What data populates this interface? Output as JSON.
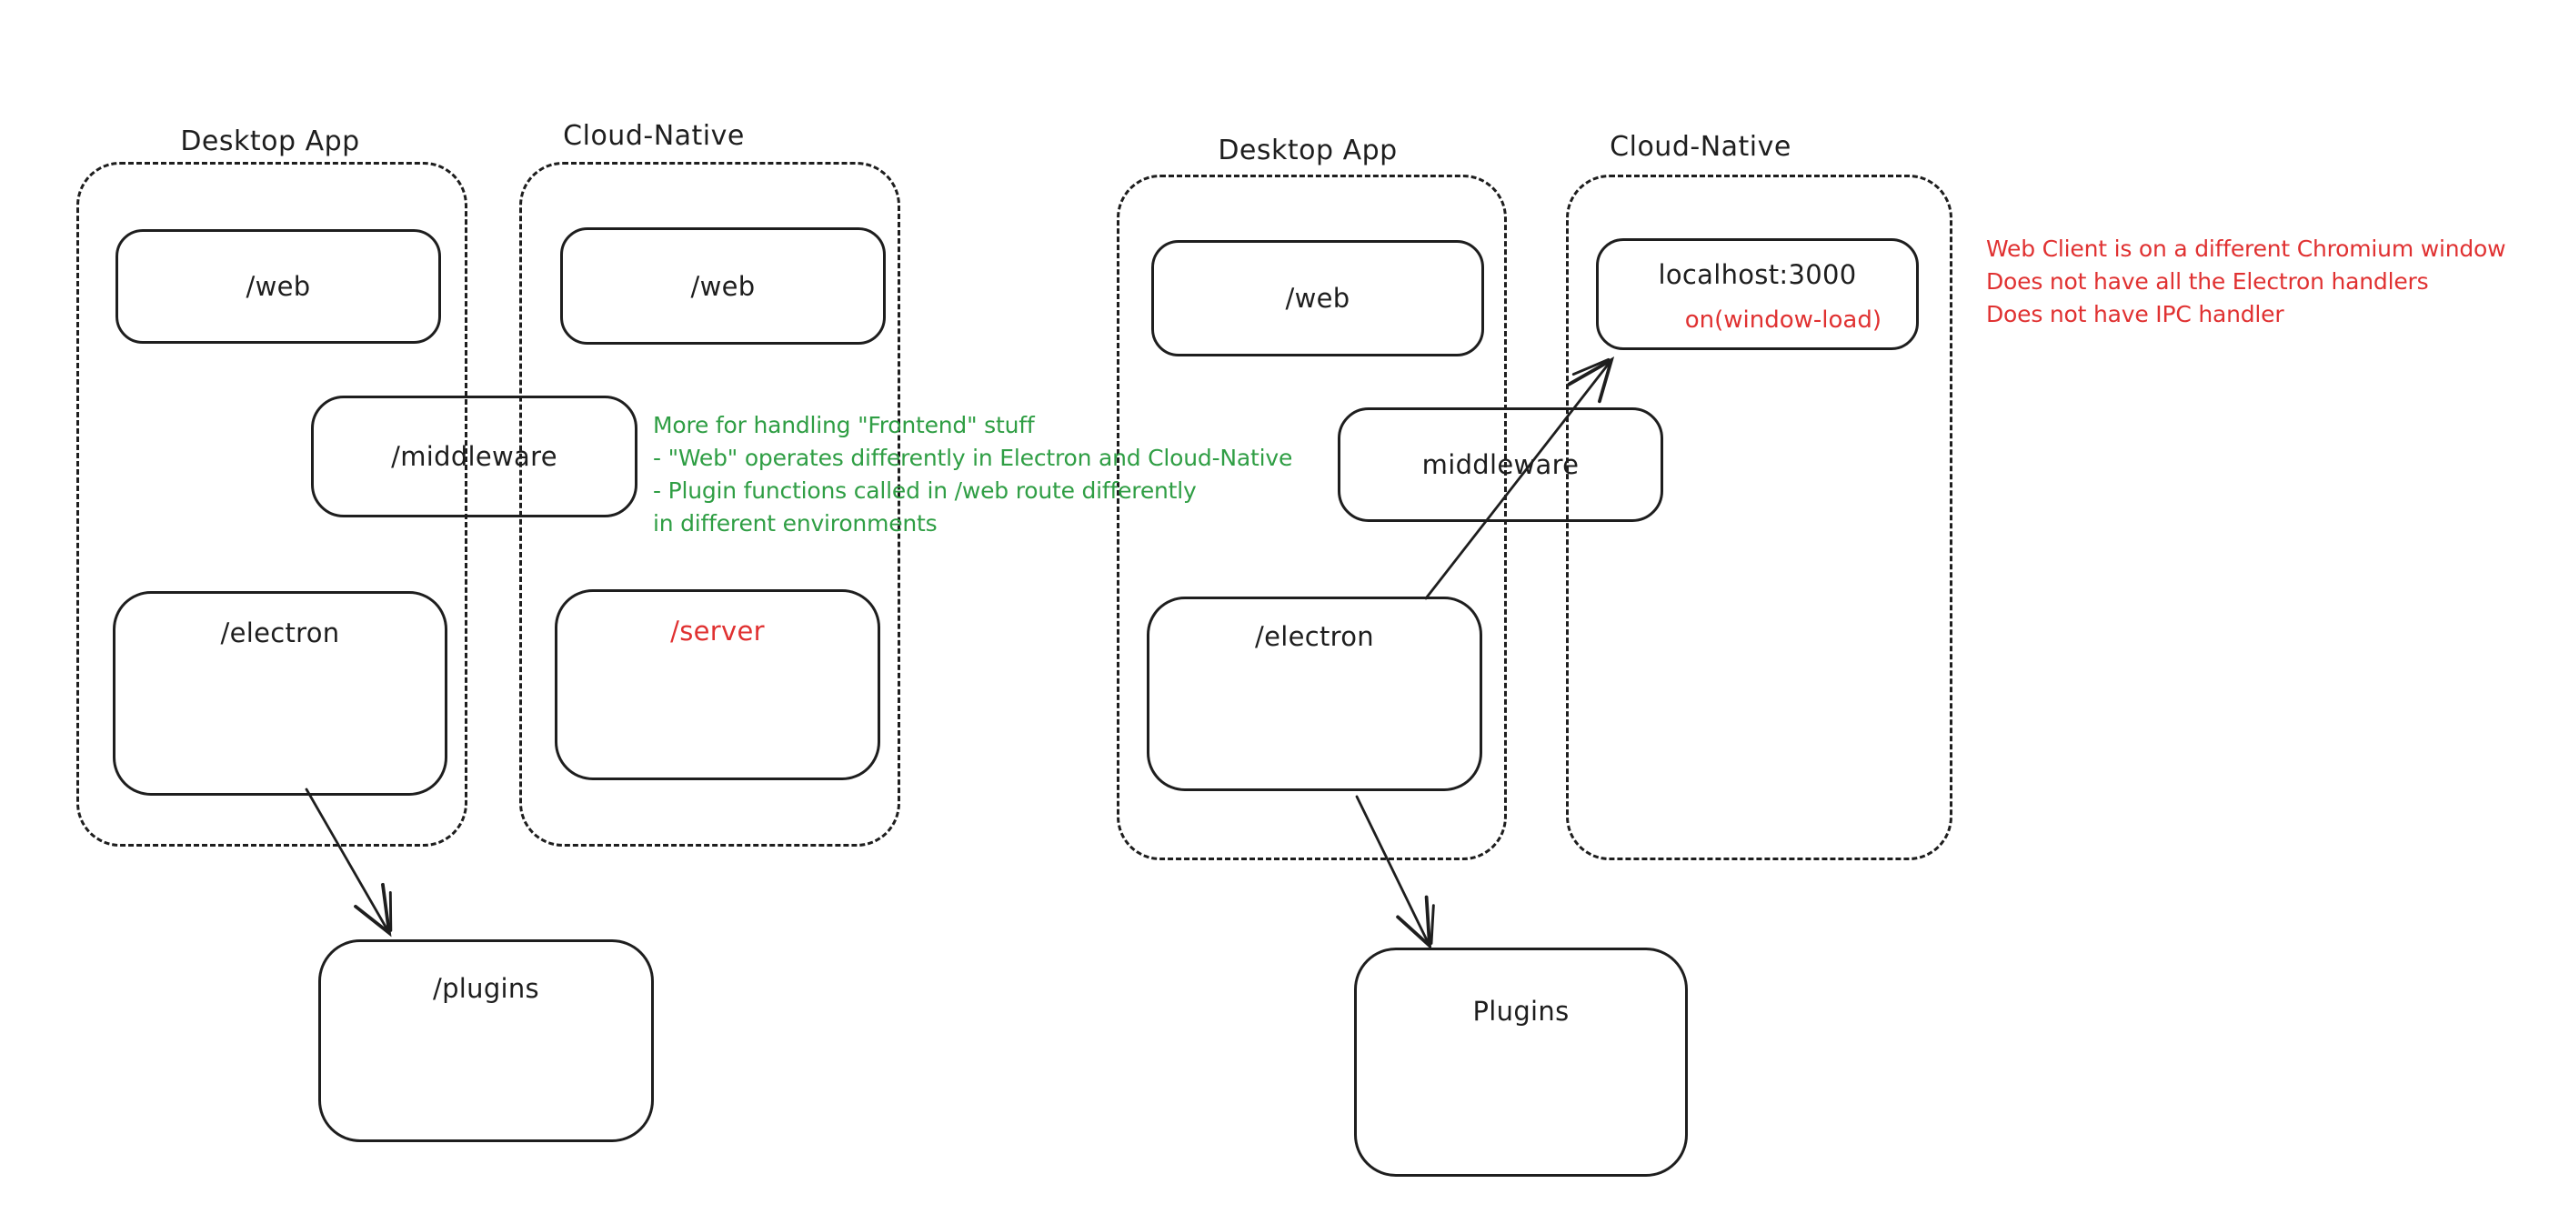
{
  "background": "#ffffff",
  "stroke_color": "#1e1e1e",
  "accent_green": "#2f9e44",
  "accent_red": "#e03131",
  "left": {
    "desktop_container_label": "Desktop App",
    "cloud_container_label": "Cloud-Native",
    "web_desktop_label": "/web",
    "web_cloud_label": "/web",
    "middleware_label": "/middleware",
    "electron_label": "/electron",
    "server_label": "/server",
    "plugins_label": "/plugins",
    "note_color": "#2f9e44",
    "note_lines": [
      "More for handling \"Frontend\" stuff",
      "- \"Web\" operates differently in Electron and Cloud-Native",
      "- Plugin functions called in /web route differently",
      "in different environments"
    ]
  },
  "right": {
    "desktop_container_label": "Desktop App",
    "cloud_container_label": "Cloud-Native",
    "web_label": "/web",
    "localhost_label": "localhost:3000",
    "localhost_sublabel": "on(window-load)",
    "middleware_label": "middleware",
    "electron_label": "/electron",
    "plugins_label": "Plugins",
    "note_color": "#e03131",
    "note_lines": [
      "Web Client is on a different Chromium window",
      "Does not have all the Electron handlers",
      "Does not have IPC handler"
    ]
  }
}
